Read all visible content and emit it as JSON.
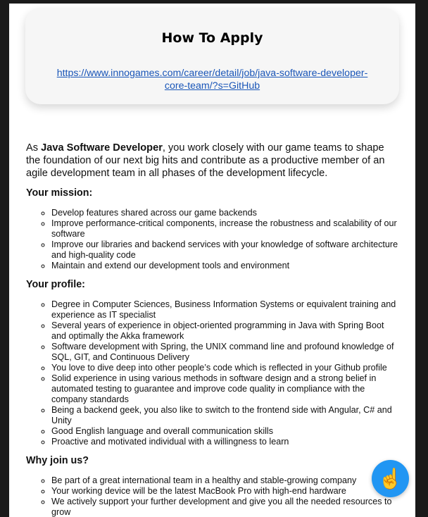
{
  "apply": {
    "title": "How To Apply",
    "link": "https://www.innogames.com/career/detail/job/java-software-developer-core-team/?s=GitHub"
  },
  "intro": {
    "prefix": "As ",
    "role": "Java Software Developer",
    "suffix": ", you work closely with our game teams to shape the foundation of our next big hits and contribute as a productive member of an agile development team in all phases of the development lifecycle."
  },
  "mission": {
    "heading": "Your mission:",
    "items": [
      "Develop features shared across our game backends",
      "Improve performance-critical components, increase the robustness and scalability of our software",
      "Improve our libraries and backend services with your knowledge of software architecture and high-quality code",
      "Maintain and extend our development tools and environment"
    ]
  },
  "profile": {
    "heading": "Your profile:",
    "items": [
      "Degree in Computer Sciences, Business Information Systems or equivalent training and experience as IT specialist",
      "Several years of experience in object-oriented programming in Java with Spring Boot and optimally the Akka framework",
      "Software development with Spring, the UNIX command line and profound knowledge of SQL, GIT, and Continuous Delivery",
      "You love to dive deep into other people’s code which is reflected in your Github profile",
      "Solid experience in using various methods in software design and a strong belief in automated testing to guarantee and improve code quality in compliance with the company standards",
      "Being a backend geek, you also like to switch to the frontend side with Angular, C# and Unity",
      "Good English language and overall communication skills",
      "Proactive and motivated individual with a willingness to learn"
    ]
  },
  "why": {
    "heading": "Why join us?",
    "items": [
      "Be part of a great international team in a healthy and stable-growing company",
      "Your working device will be the latest MacBook Pro with high-end hardware",
      "We actively support your further development and give you all the needed resources to grow"
    ]
  },
  "floating_button": {
    "icon": "pointing-hand-icon",
    "glyph": "☝️",
    "color": "#2196f3"
  }
}
